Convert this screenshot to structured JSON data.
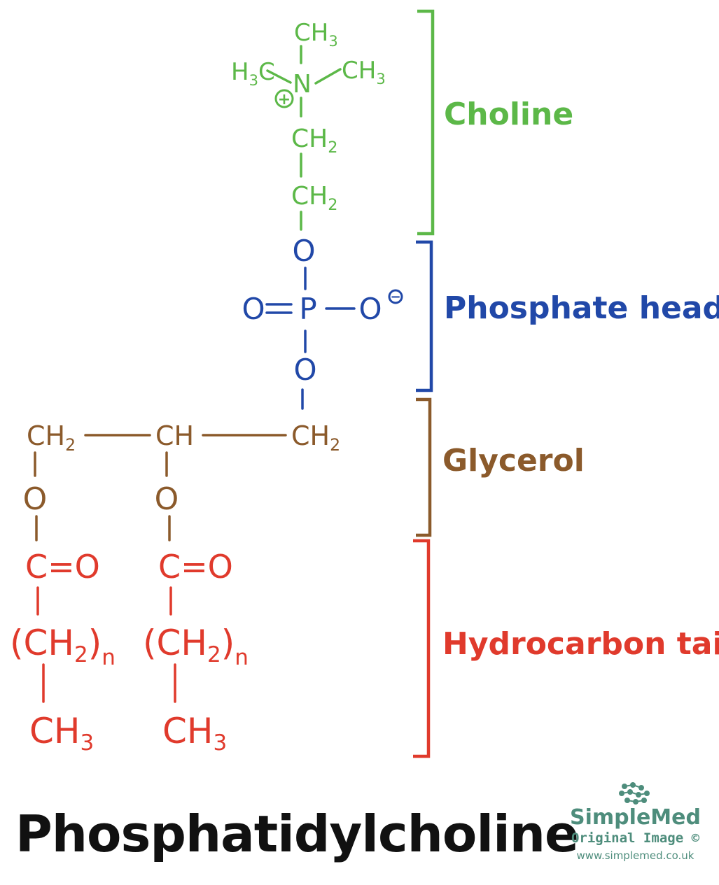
{
  "title": "Phosphatidylcholine",
  "colors": {
    "choline": "#5cb848",
    "phosphate": "#2148a8",
    "glycerol": "#8b5a2b",
    "hydrocarbon": "#e03a2c",
    "title": "#111111",
    "brand": "#4e8d7c"
  },
  "groups": [
    {
      "id": "choline",
      "label": "Choline"
    },
    {
      "id": "phosphate",
      "label": "Phosphate head"
    },
    {
      "id": "glycerol",
      "label": "Glycerol"
    },
    {
      "id": "hydrocarbon",
      "label": "Hydrocarbon tails"
    }
  ],
  "atoms": {
    "choline": {
      "ch3_top": {
        "main": "CH",
        "sub": "3"
      },
      "ch3_left": {
        "pre": "H",
        "presub": "3",
        "main": "C"
      },
      "ch3_right": {
        "main": "CH",
        "sub": "3"
      },
      "nitrogen": "N",
      "charge": "+",
      "ch2_upper": {
        "main": "CH",
        "sub": "2"
      },
      "ch2_lower": {
        "main": "CH",
        "sub": "2"
      }
    },
    "phosphate": {
      "o_top": "O",
      "o_left": "O",
      "phosphorus": "P",
      "o_right": "O",
      "charge": "−",
      "o_bottom": "O"
    },
    "glycerol": {
      "ch2_left": {
        "main": "CH",
        "sub": "2"
      },
      "ch_mid": "CH",
      "ch2_right": {
        "main": "CH",
        "sub": "2"
      },
      "o_left": "O",
      "o_mid": "O"
    },
    "hydrocarbon": {
      "tail_1": {
        "carbonyl": "C=O",
        "chain": "(CH",
        "chain_sub": "2",
        "chain_close": ")",
        "n": "n",
        "terminal": "CH",
        "terminal_sub": "3"
      },
      "tail_2": {
        "carbonyl": "C=O",
        "chain": "(CH",
        "chain_sub": "2",
        "chain_close": ")",
        "n": "n",
        "terminal": "CH",
        "terminal_sub": "3"
      }
    }
  },
  "logo": {
    "brand": "SimpleMed",
    "subtitle": "Original Image ©",
    "url": "www.simplemed.co.uk"
  }
}
